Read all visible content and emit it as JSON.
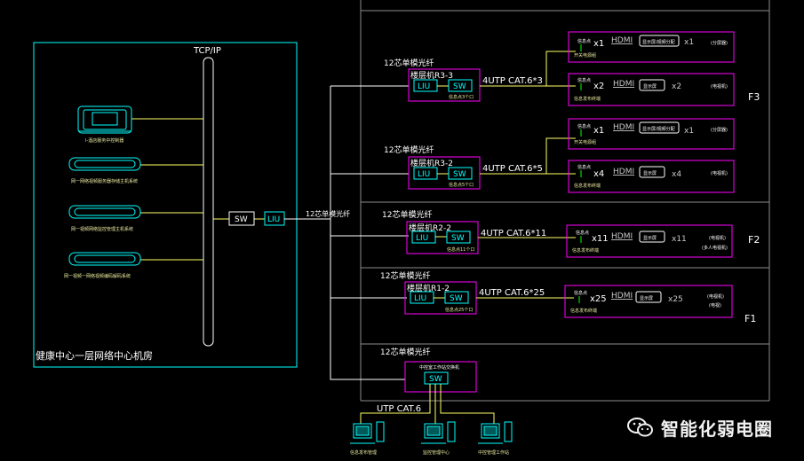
{
  "machine_room": {
    "title": "健康中心一层网络中心机房",
    "network_label": "TCP/IP",
    "sw_label": "SW",
    "liu_label": "LIU",
    "uplink_label": "12芯单模光纤",
    "devices": [
      {
        "label": "I-酒店服务中控制器"
      },
      {
        "label": "网一网络视频服务器存储主机系统"
      },
      {
        "label": "网一视频网络监控管理主机系统"
      },
      {
        "label": "网一视频一网络视频编码解码系统"
      }
    ]
  },
  "floors": [
    {
      "name": "F3",
      "closets": [
        {
          "fiber_label": "12芯单模光纤",
          "name_label": "楼层机R3-3",
          "liu": "LIU",
          "sw": "SW",
          "port_label": "信息点3个口",
          "cable_label": "4UTP CAT.6*3",
          "rows": [
            {
              "panel": "信息点",
              "count": "x1",
              "hdmi": "HDMI",
              "device": "显示屏/视频分配",
              "dcount": "x1",
              "end": "(分屏器)",
              "sub": "开关电源组"
            },
            {
              "panel": "信息点",
              "count": "x2",
              "hdmi": "HDMI",
              "device": "显示屏",
              "dcount": "x2",
              "end": "(电视机)",
              "sub": "信息发布终端"
            }
          ]
        },
        {
          "fiber_label": "12芯单模光纤",
          "name_label": "楼层机R3-2",
          "liu": "LIU",
          "sw": "SW",
          "port_label": "信息点5个口",
          "cable_label": "4UTP CAT.6*5",
          "rows": [
            {
              "panel": "信息点",
              "count": "x1",
              "hdmi": "HDMI",
              "device": "显示屏/视频分配",
              "dcount": "x1",
              "end": "(分屏器)",
              "sub": "开关电源组"
            },
            {
              "panel": "信息点",
              "count": "x4",
              "hdmi": "HDMI",
              "device": "显示屏",
              "dcount": "x4",
              "end": "(电视机)",
              "sub": "信息发布终端"
            }
          ]
        }
      ]
    },
    {
      "name": "F2",
      "closets": [
        {
          "fiber_label": "12芯单模光纤",
          "name_label": "楼层机R2-2",
          "liu": "LIU",
          "sw": "SW",
          "port_label": "信息点11个口",
          "cable_label": "4UTP CAT.6*11",
          "rows": [
            {
              "panel": "信息点",
              "count": "x11",
              "hdmi": "HDMI",
              "device": "显示屏",
              "dcount": "x11",
              "end": "(电视机)",
              "end2": "(多人电视机)",
              "sub": "信息发布终端"
            }
          ]
        }
      ]
    },
    {
      "name": "F1",
      "closets": [
        {
          "fiber_label": "12芯单模光纤",
          "name_label": "楼层机R1-2",
          "liu": "LIU",
          "sw": "SW",
          "port_label": "信息点25个口",
          "cable_label": "4UTP CAT.6*25",
          "rows": [
            {
              "panel": "信息点",
              "count": "x25",
              "hdmi": "HDMI",
              "device": "显示屏",
              "dcount": "x25",
              "end": "(电视机)",
              "end2": "(电视)",
              "sub": "信息发布终端"
            }
          ]
        }
      ]
    }
  ],
  "basement": {
    "fiber_label": "12芯单模光纤",
    "switch_label": "中控室工作站交换机",
    "sw": "SW",
    "cable_label": "UTP CAT.6",
    "workstations": [
      {
        "label": "信息发布管理"
      },
      {
        "label": "监控管理中心"
      },
      {
        "label": "中控管理工作站"
      }
    ]
  },
  "watermark": {
    "text": "智能化弱电圈"
  },
  "colors": {
    "cyan": "#00ffff",
    "magenta": "#ff00ff",
    "yellow": "#ffff66",
    "green": "#00ff00",
    "white": "#ffffff",
    "gray": "#8c8c8c"
  }
}
